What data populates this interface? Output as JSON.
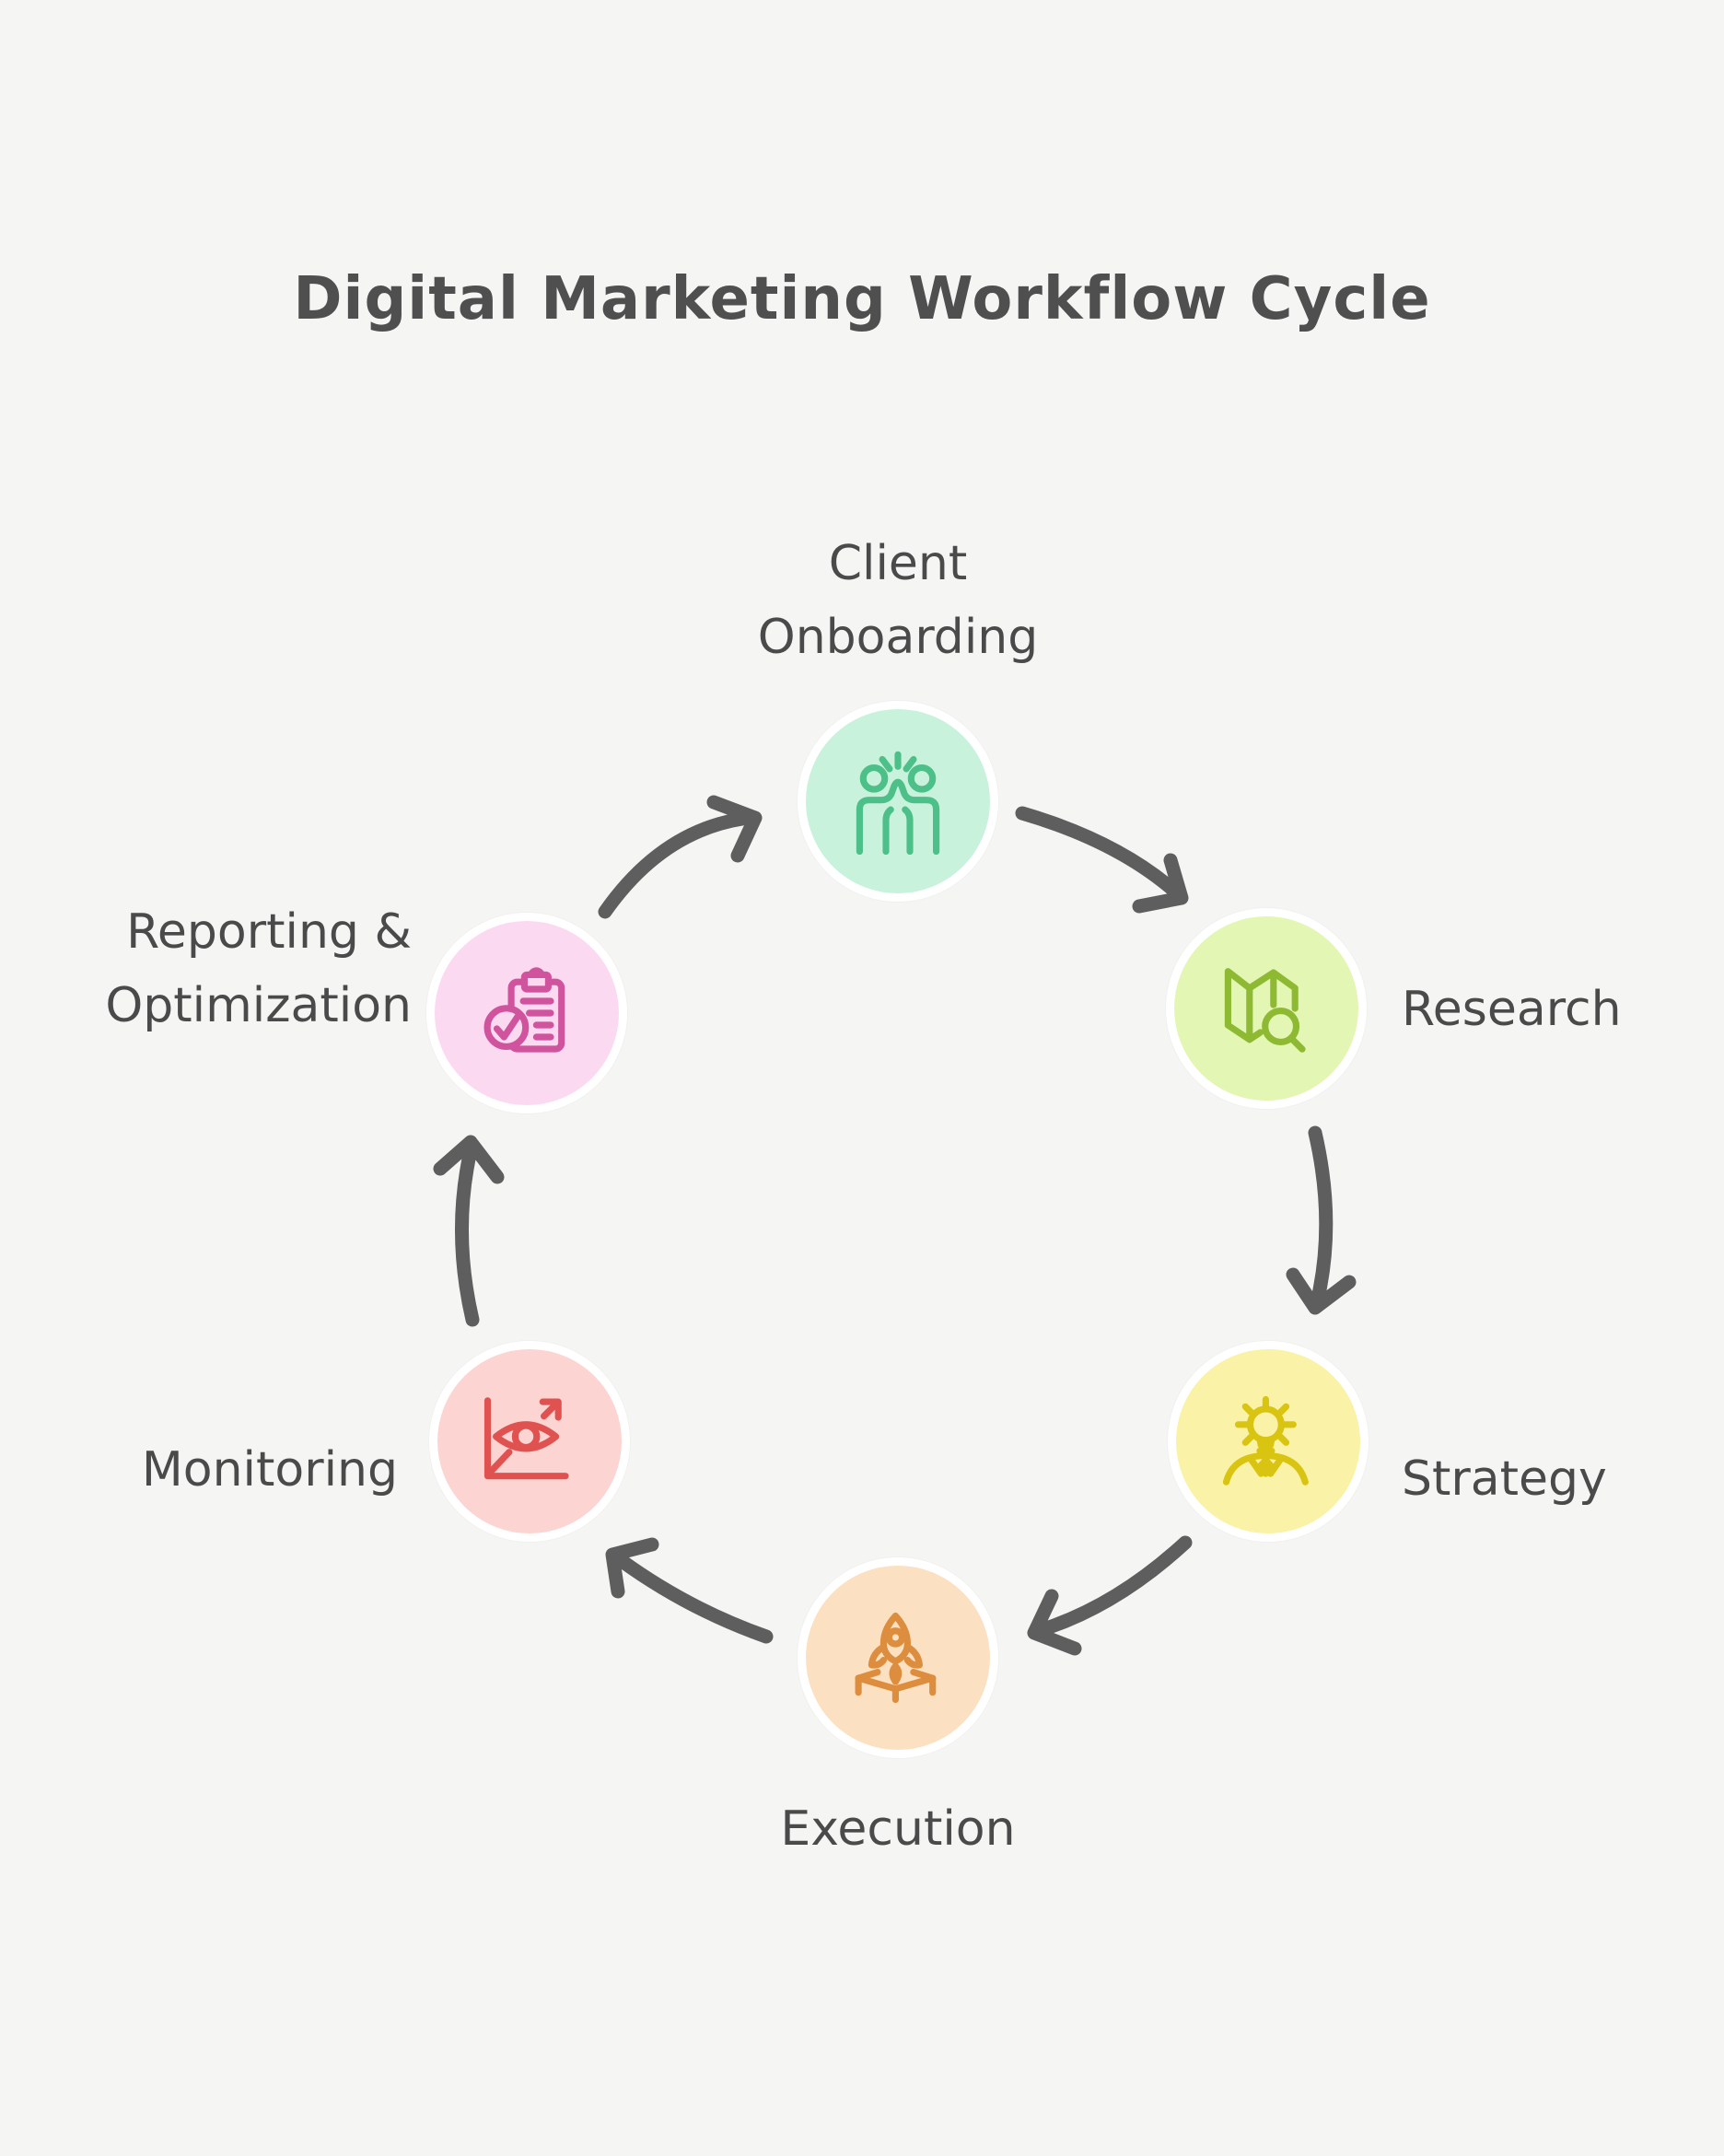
{
  "title": "Digital Marketing Workflow Cycle",
  "background_color": "#f5f5f3",
  "text_color": "#4a4a4a",
  "arrow_color": "#5e5e5e",
  "nodes": [
    {
      "id": "client-onboarding",
      "label_lines": [
        "Client",
        "Onboarding"
      ],
      "icon": "high-five-icon",
      "fill": "#c9f2dc",
      "stroke": "#4cc088"
    },
    {
      "id": "research",
      "label_lines": [
        "Research"
      ],
      "icon": "map-search-icon",
      "fill": "#e4f6b4",
      "stroke": "#8eba33"
    },
    {
      "id": "strategy",
      "label_lines": [
        "Strategy"
      ],
      "icon": "lightbulb-person-icon",
      "fill": "#faf2a6",
      "stroke": "#d9c411"
    },
    {
      "id": "execution",
      "label_lines": [
        "Execution"
      ],
      "icon": "rocket-launch-icon",
      "fill": "#fce0c2",
      "stroke": "#dd8d3e"
    },
    {
      "id": "monitoring",
      "label_lines": [
        "Monitoring"
      ],
      "icon": "chart-eye-icon",
      "fill": "#fcd4d1",
      "stroke": "#e05250"
    },
    {
      "id": "reporting-optimization",
      "label_lines": [
        "Reporting &",
        "Optimization"
      ],
      "icon": "clipboard-check-icon",
      "fill": "#fbd9f0",
      "stroke": "#d0539e"
    }
  ],
  "arrows": [
    {
      "from": "Reporting & Optimization",
      "to": "Client Onboarding"
    },
    {
      "from": "Client Onboarding",
      "to": "Research"
    },
    {
      "from": "Research",
      "to": "Strategy"
    },
    {
      "from": "Strategy",
      "to": "Execution"
    },
    {
      "from": "Execution",
      "to": "Monitoring"
    },
    {
      "from": "Monitoring",
      "to": "Reporting & Optimization"
    }
  ]
}
